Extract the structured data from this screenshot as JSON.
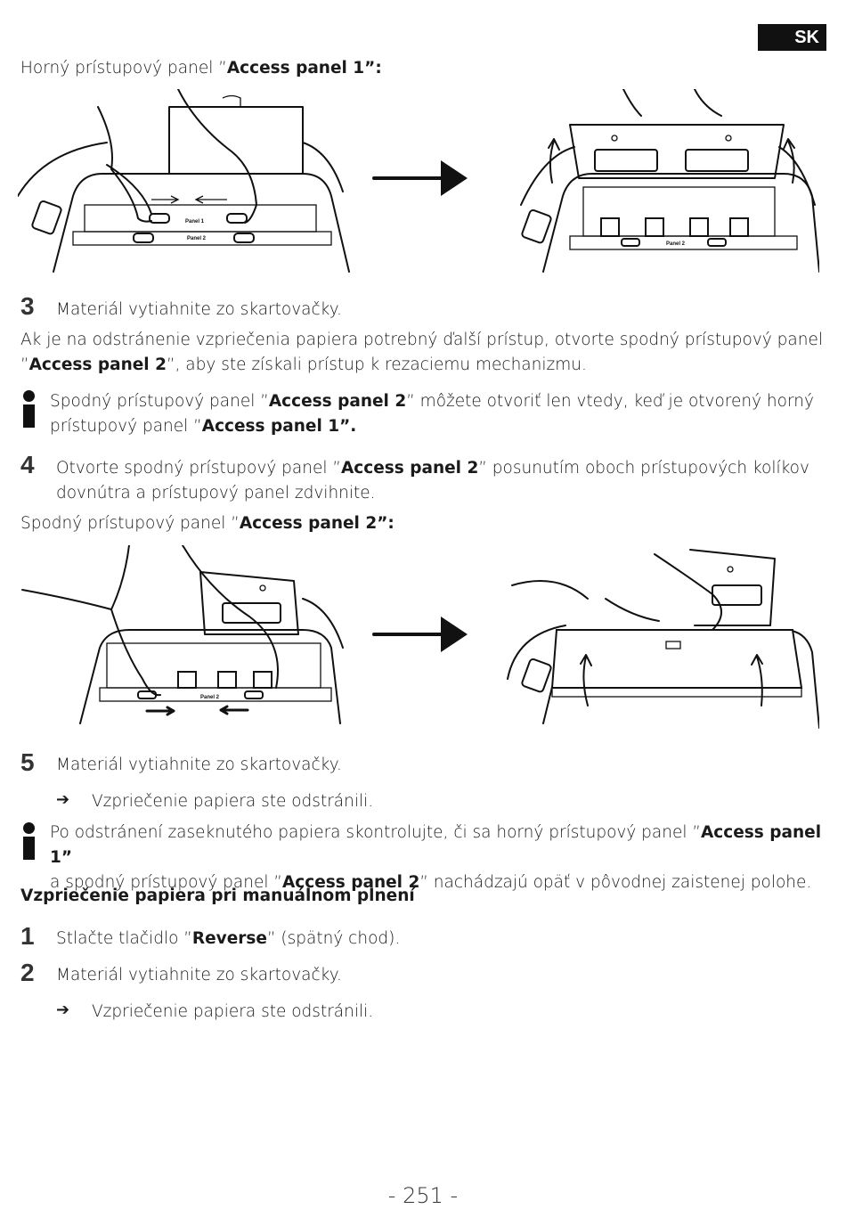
{
  "lang": "SK",
  "heading_panel1": {
    "pre": "Horný prístupový panel ”",
    "bold": "Access panel 1”:"
  },
  "step3": {
    "num": "3",
    "text": "Materiál vytiahnite zo skartovačky."
  },
  "para_access": {
    "line1": "Ak je na odstránenie vzpriečenia papiera potrebný ďalší prístup, otvorte spodný prístupový panel",
    "line2_pre": "”",
    "line2_bold": "Access panel 2",
    "line2_post": "”, aby ste získali prístup k rezaciemu mechanizmu."
  },
  "note1": {
    "l1_pre": "Spodný prístupový panel ”",
    "l1_bold": "Access panel 2",
    "l1_post": "” môžete otvoriť len vtedy, keď je otvorený horný",
    "l2_pre": "prístupový panel ”",
    "l2_bold": "Access panel 1”."
  },
  "step4": {
    "num": "4",
    "l1_pre": "Otvorte spodný prístupový panel ”",
    "l1_bold": "Access panel 2",
    "l1_post": "” posunutím oboch prístupových kolíkov",
    "l2": "dovnútra a prístupový panel zdvihnite."
  },
  "heading_panel2": {
    "pre": "Spodný prístupový panel ”",
    "bold": "Access panel 2”:"
  },
  "figure_labels": {
    "panel1": "Panel 1",
    "panel2": "Panel 2"
  },
  "step5": {
    "num": "5",
    "text": "Materiál vytiahnite zo skartovačky."
  },
  "result1": "Vzpriečenie papiera ste odstránili.",
  "note2": {
    "l1_pre": "Po odstránení zaseknutého papiera skontrolujte, či sa horný prístupový panel ”",
    "l1_bold": "Access panel 1”",
    "l2_pre": "a spodný prístupový panel ”",
    "l2_bold": "Access panel 2",
    "l2_post": "” nachádzajú opäť v pôvodnej zaistenej polohe."
  },
  "section_title": "Vzpriečenie papiera pri manuálnom plnení",
  "m_step1": {
    "num": "1",
    "pre": "Stlačte tlačidlo ”",
    "bold": "Reverse",
    "post": "” (spätný chod)."
  },
  "m_step2": {
    "num": "2",
    "text": "Materiál vytiahnite zo skartovačky."
  },
  "result2": "Vzpriečenie papiera ste odstránili.",
  "arrow_symbol": "➔",
  "page_number": "- 251 -",
  "icons": [
    "info-icon",
    "right-arrow-icon",
    "result-arrow-icon"
  ]
}
